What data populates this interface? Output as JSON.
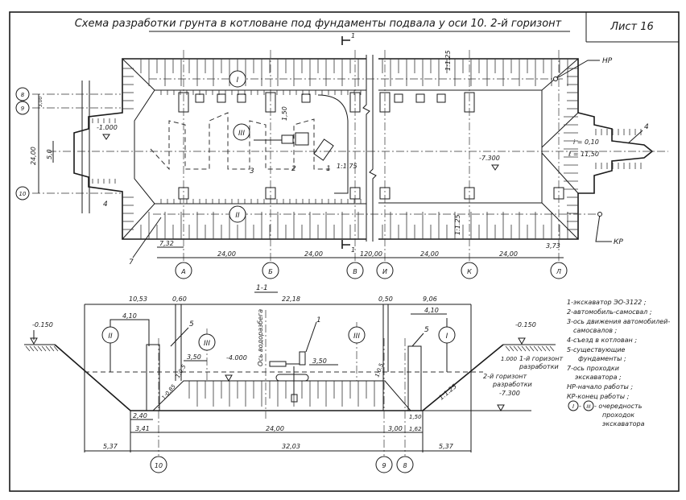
{
  "title": "Схема разработки грунта в котловане под фундаменты подвала у оси 10. 2-й горизонт",
  "sheet": "Лист 16",
  "plan": {
    "section_mark": "1",
    "axes_bottom": [
      "А",
      "Б",
      "В",
      "И",
      "К",
      "Л"
    ],
    "axes_left": [
      "8",
      "9",
      "10"
    ],
    "dims_bottom": [
      "7,32",
      "24,00",
      "24,00",
      "120,00",
      "24,00",
      "24,00",
      "3,73"
    ],
    "dims_left": [
      "24,00",
      "5,0",
      "3,00"
    ],
    "pass_labels": [
      "I",
      "II",
      "III"
    ],
    "elev_left": "-1.000",
    "elev_right": "-7.300",
    "dim_150": "1,50",
    "slopes": [
      "1:1.25",
      "1:1.25",
      "1:1.75"
    ],
    "callouts": [
      "1",
      "2",
      "3",
      "4",
      "7",
      "4"
    ],
    "ramp_slope": "i = 0,10",
    "ramp_length": "ℓ = 11,50",
    "start": "НР",
    "end": "КР"
  },
  "section": {
    "title": "1-1",
    "top_dims": [
      "10,53",
      "0,60",
      "22,18",
      "0,50",
      "9,06"
    ],
    "dims_410": [
      "4,10",
      "4,10"
    ],
    "dims_350": [
      "3,50",
      "3,50"
    ],
    "bottom_dims": [
      "2,40",
      "3,41",
      "24,00",
      "5,37",
      "32,03",
      "3,00",
      "1,62",
      "1,50",
      "5,37"
    ],
    "axes": [
      "10",
      "9",
      "8"
    ],
    "pass_labels": [
      "II",
      "III",
      "III",
      "I"
    ],
    "elev_ground_left": "-0.150",
    "elev_ground_right": "-0.150",
    "elev_bench": "-4.000",
    "axis_label": "Ось водоразбега",
    "callouts": [
      "1",
      "5",
      "5"
    ],
    "slopes": [
      "1:0.5",
      "1:0.85",
      "1:0.5",
      "1:1.25"
    ],
    "horizon1_elev": "1.000",
    "horizon1": "1-й горизонт",
    "horizon1b": "разработки",
    "horizon2": "2-й горизонт",
    "horizon2b": "разработки",
    "horizon2_elev": "-7.300"
  },
  "legend": [
    "1-экскаватор ЭО-3122 ;",
    "2-автомобиль-самосвал ;",
    "3-ось движения автомобилей-",
    "самосвалов ;",
    "4-съезд в котлован ;",
    "5-существующие",
    "фундаменты ;",
    "7-ось проходки",
    "экскаватора ;",
    "НР-начало работы ;",
    "КР-конец работы ;",
    "I",
    "III",
    "- очередность",
    "проходок",
    "экскаватора"
  ]
}
